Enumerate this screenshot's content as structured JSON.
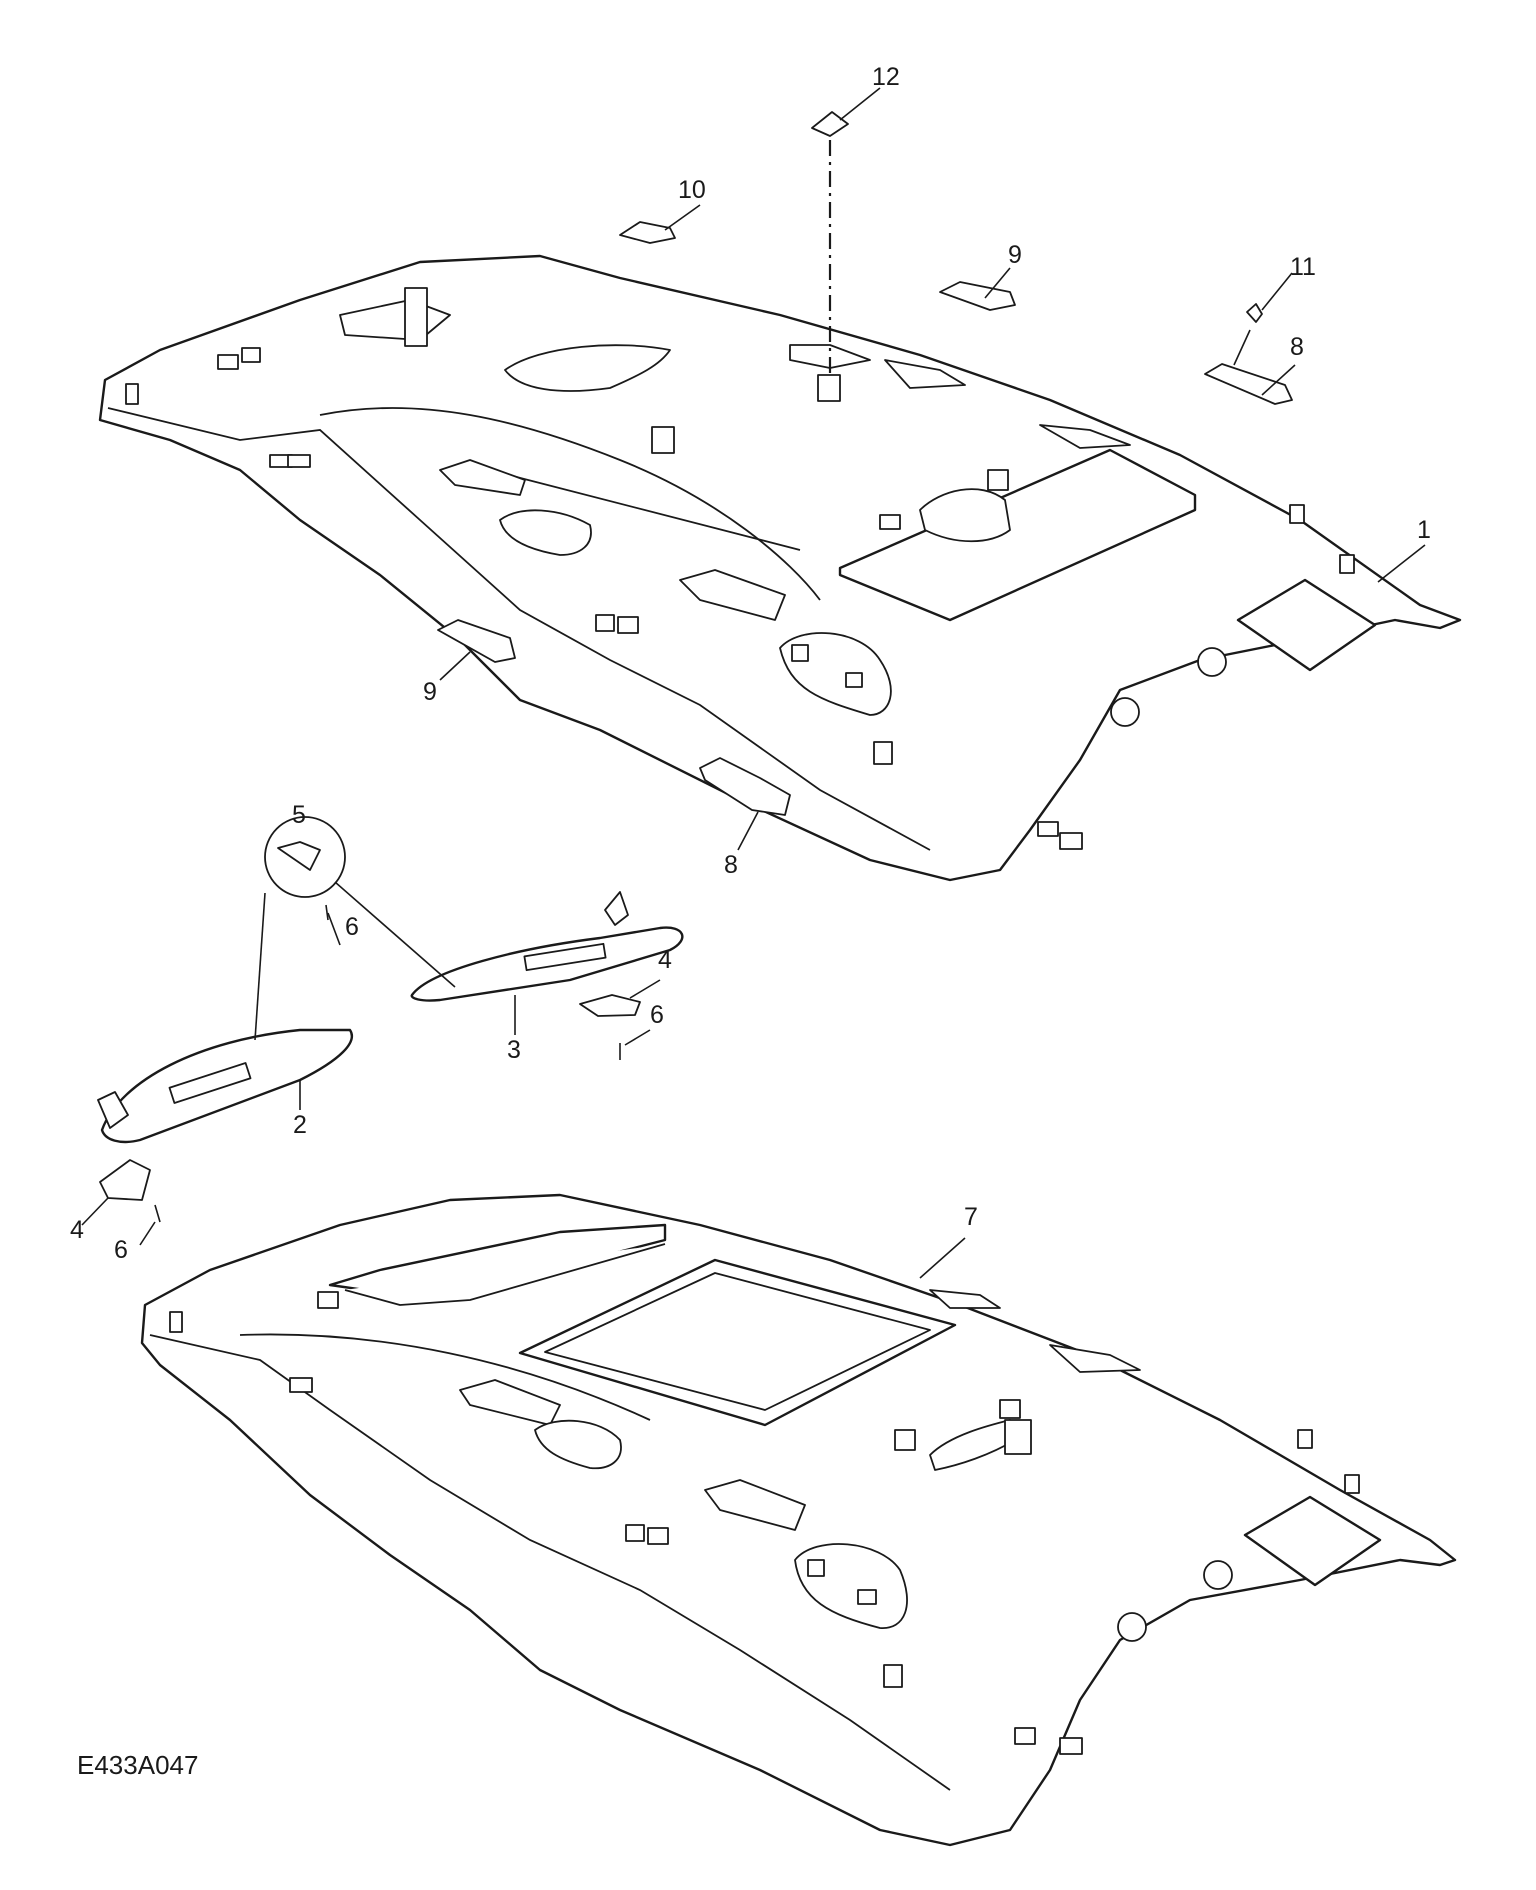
{
  "reference_code": "E433A047",
  "callouts": [
    {
      "id": "callout-1",
      "number": "1"
    },
    {
      "id": "callout-2",
      "number": "2"
    },
    {
      "id": "callout-3",
      "number": "3"
    },
    {
      "id": "callout-4a",
      "number": "4"
    },
    {
      "id": "callout-4b",
      "number": "4"
    },
    {
      "id": "callout-5",
      "number": "5"
    },
    {
      "id": "callout-6a",
      "number": "6"
    },
    {
      "id": "callout-6b",
      "number": "6"
    },
    {
      "id": "callout-6c",
      "number": "6"
    },
    {
      "id": "callout-7",
      "number": "7"
    },
    {
      "id": "callout-8a",
      "number": "8"
    },
    {
      "id": "callout-8b",
      "number": "8"
    },
    {
      "id": "callout-9a",
      "number": "9"
    },
    {
      "id": "callout-9b",
      "number": "9"
    },
    {
      "id": "callout-10",
      "number": "10"
    },
    {
      "id": "callout-11",
      "number": "11"
    },
    {
      "id": "callout-12",
      "number": "12"
    }
  ]
}
